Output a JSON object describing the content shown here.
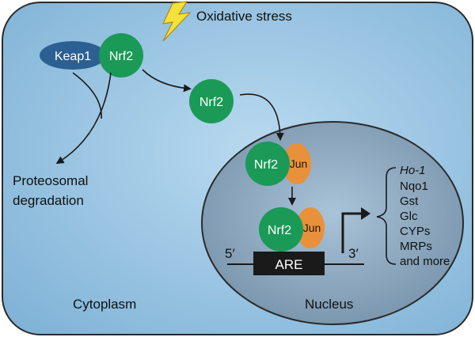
{
  "labels": {
    "oxidative_stress": "Oxidative stress",
    "proteosomal": "Proteosomal",
    "degradation": "degradation",
    "cytoplasm": "Cytoplasm",
    "nucleus": "Nucleus",
    "five_prime": "5′",
    "three_prime": "3′"
  },
  "proteins": {
    "keap1": "Keap1",
    "nrf2": "Nrf2",
    "jun": "Jun",
    "are": "ARE"
  },
  "target_genes": [
    "Ho-1",
    "Nqo1",
    "Gst",
    "Glc",
    "CYPs",
    "MRPs",
    "and more"
  ],
  "colors": {
    "cell": "#9dc7e3",
    "cell_border": "#2a2a2a",
    "nucleus": "#7f98ad",
    "nrf2": "#1a9a56",
    "keap1": "#2c5f92",
    "jun": "#e8913a",
    "are": "#1a1a1a",
    "bolt": "#f4e23a"
  },
  "icons": [
    "lightning-bolt-icon",
    "transcription-arrow-icon"
  ]
}
